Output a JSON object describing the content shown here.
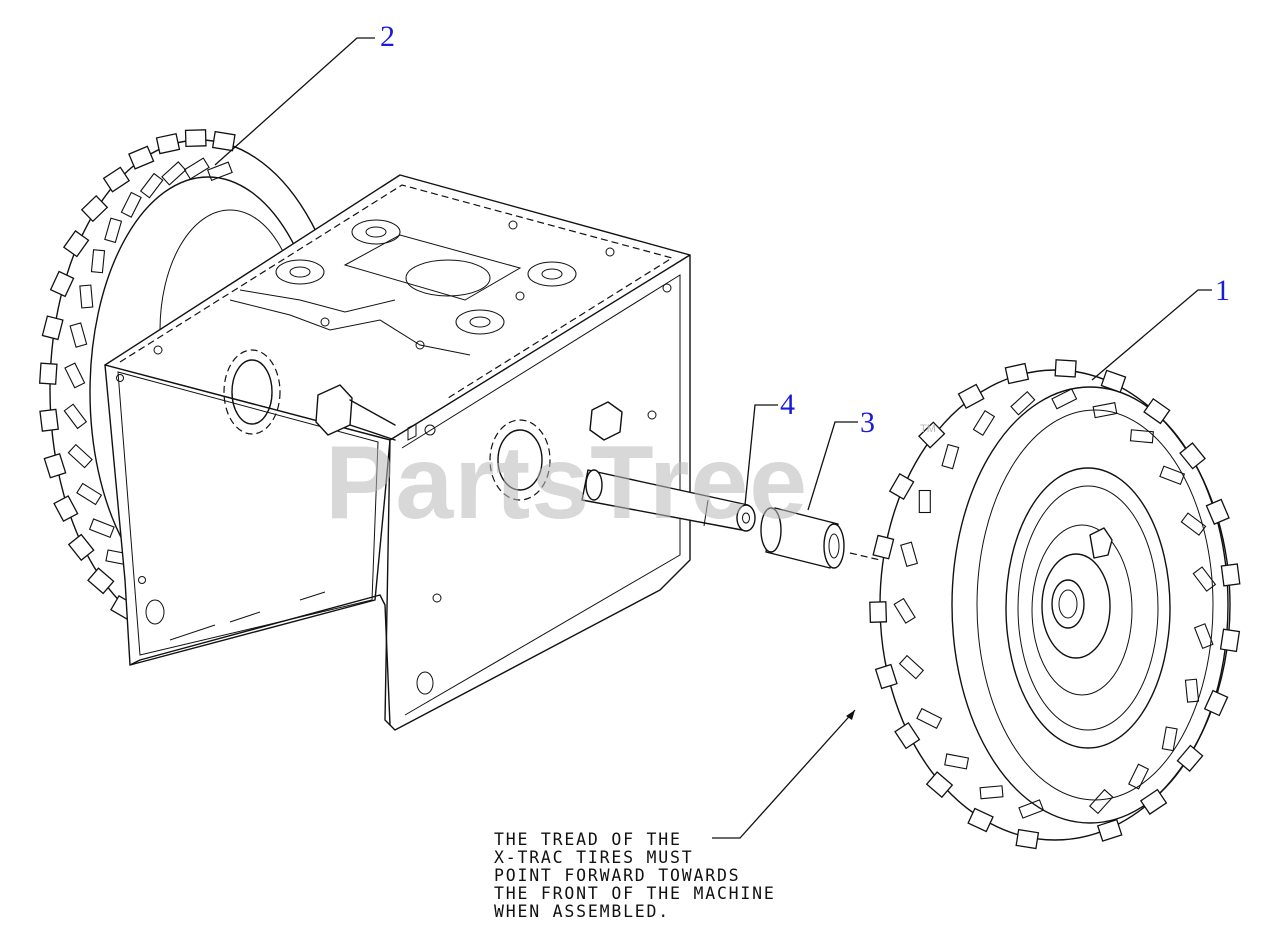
{
  "watermark": {
    "text": "PartsTree",
    "trademark": "TM"
  },
  "callouts": [
    {
      "id": "callout-1",
      "label": "1"
    },
    {
      "id": "callout-2",
      "label": "2"
    },
    {
      "id": "callout-3",
      "label": "3"
    },
    {
      "id": "callout-4",
      "label": "4"
    }
  ],
  "note": {
    "lines": [
      "THE TREAD OF THE",
      "X-TRAC TIRES MUST",
      "POINT FORWARD TOWARDS",
      "THE FRONT OF THE MACHINE",
      "WHEN ASSEMBLED."
    ]
  },
  "colors": {
    "callout": "#1a1adb",
    "line": "#111111",
    "watermark": "#b9b9b9"
  }
}
